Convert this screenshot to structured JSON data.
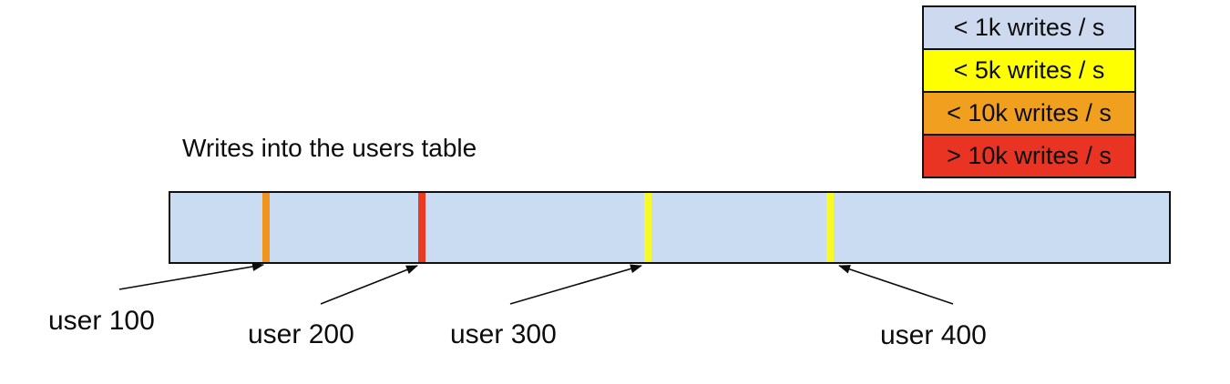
{
  "title": "Writes into the users table",
  "legend": {
    "items": [
      {
        "label": "< 1k writes / s",
        "color": "#cdd9ee"
      },
      {
        "label": "< 5k writes / s",
        "color": "#feff00"
      },
      {
        "label": "< 10k writes / s",
        "color": "#f0a01e"
      },
      {
        "label": "> 10k writes / s",
        "color": "#e93423"
      }
    ]
  },
  "table_bar": {
    "fill": "#cadcf1",
    "markers": [
      {
        "label": "user 100",
        "color": "#f0941e",
        "left": "9.2%"
      },
      {
        "label": "user 200",
        "color": "#ea3a22",
        "left": "24.8%"
      },
      {
        "label": "user 300",
        "color": "#f7f928",
        "left": "47.4%"
      },
      {
        "label": "user 400",
        "color": "#f7f928",
        "left": "65.7%"
      }
    ]
  }
}
